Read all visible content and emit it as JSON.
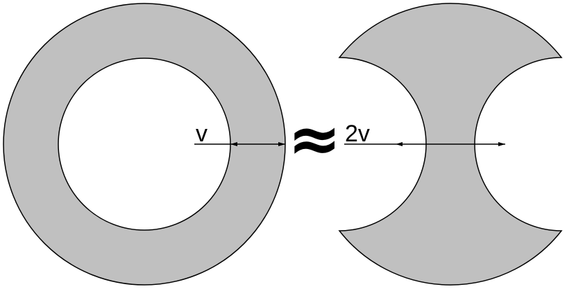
{
  "labels": {
    "ring_thickness": "v",
    "approx_symbol": "≈",
    "shape_width": "2v"
  },
  "colors": {
    "shape_fill": "#c0c0c0",
    "outline": "#000000",
    "background": "#ffffff"
  },
  "icons": {
    "dimension_marker": "filled-arrowhead"
  }
}
